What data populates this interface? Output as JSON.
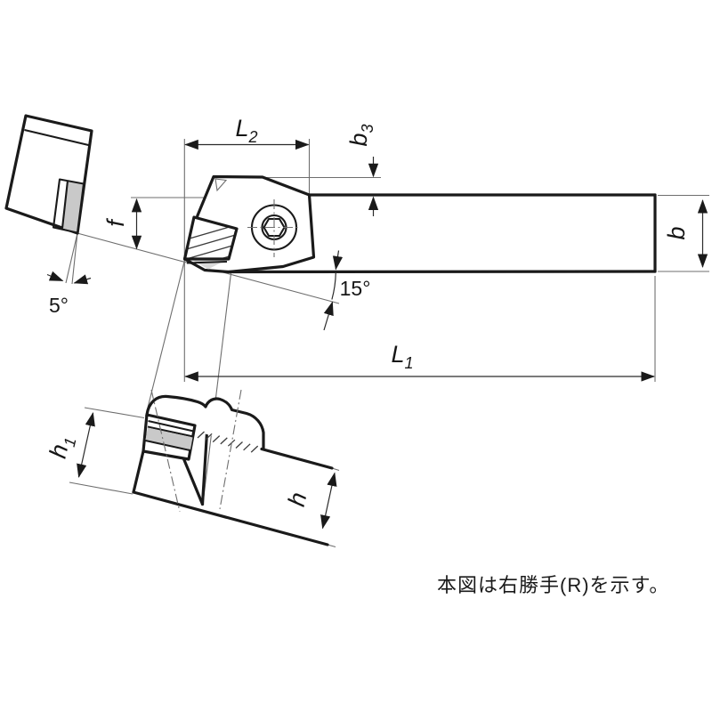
{
  "note": "本図は右勝手(R)を示す。",
  "labels": {
    "l2": {
      "base": "L",
      "sub": "2"
    },
    "l1": {
      "base": "L",
      "sub": "1"
    },
    "b3": {
      "base": "b",
      "sub": "3"
    },
    "b": {
      "base": "b"
    },
    "f": {
      "base": "f"
    },
    "h": {
      "base": "h"
    },
    "h1": {
      "base": "h",
      "sub": "1"
    },
    "angle_side_cutting": "15°",
    "angle_back": "5°"
  },
  "colors": {
    "line": "#1a1a1a",
    "thin": "#6e6e6e",
    "dim": "#2a2a2a",
    "fill_insert": "#c9c9c9",
    "background": "#ffffff"
  }
}
